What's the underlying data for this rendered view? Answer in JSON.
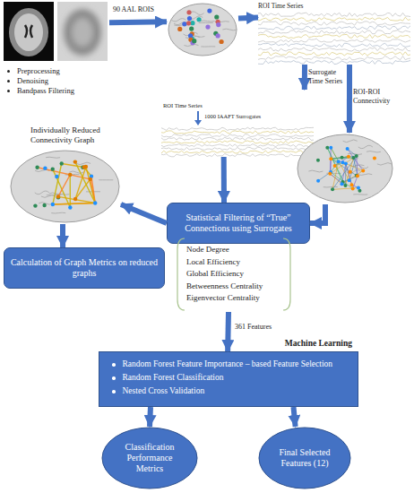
{
  "diagram": {
    "nodes": [
      {
        "text": [
          "Preprocessing",
          "Denoising",
          "Bandpass Filtering"
        ]
      },
      {
        "text": []
      },
      {
        "text": [
          "ROI Time Series"
        ]
      },
      {
        "text": [
          "ROI Time Series",
          "1000 IAAFT Surrogates"
        ]
      },
      {
        "text": []
      },
      {
        "text": [
          "Statistical Filtering of “True” Connections using Surrogates"
        ]
      },
      {
        "text": [
          "Individually Reduced Connectivity Graph"
        ]
      },
      {
        "text": [
          "Calculation of Graph Metrics on reduced graphs"
        ]
      },
      {
        "text": [
          "Node Degree",
          "Local Efficiency",
          "Global Efficiency",
          "Betweenness Centrality",
          "Eigenvector Centrality"
        ]
      },
      {
        "text": [
          "Machine Learning",
          "Random Forest Feature Importance – based Feature Selection",
          "Random Forest Classification",
          "Nested Cross Validation"
        ]
      },
      {
        "text": [
          "Classification Performance Metrics"
        ]
      },
      {
        "text": [
          "Final Selected Features (12)"
        ]
      }
    ],
    "edges": [
      {
        "from": 0,
        "to": 1,
        "label": "90 AAL ROIS",
        "arrow": "to"
      },
      {
        "from": 1,
        "to": 2,
        "arrow": "to"
      },
      {
        "from": 2,
        "to": 3,
        "label": "Surrogate Time Series",
        "arrow": "to"
      },
      {
        "from": 2,
        "to": 4,
        "label": "ROI-ROI Connectivity",
        "arrow": "to"
      },
      {
        "from": 3,
        "to": 5,
        "arrow": "to"
      },
      {
        "from": 4,
        "to": 5,
        "arrow": "to"
      },
      {
        "from": 5,
        "to": 6,
        "arrow": "to"
      },
      {
        "from": 6,
        "to": 7,
        "arrow": "to"
      },
      {
        "from": 8,
        "to": 9,
        "label": "361 Features",
        "arrow": "to"
      },
      {
        "from": 9,
        "to": 10,
        "arrow": "to"
      },
      {
        "from": 9,
        "to": 11,
        "arrow": "to"
      }
    ]
  }
}
